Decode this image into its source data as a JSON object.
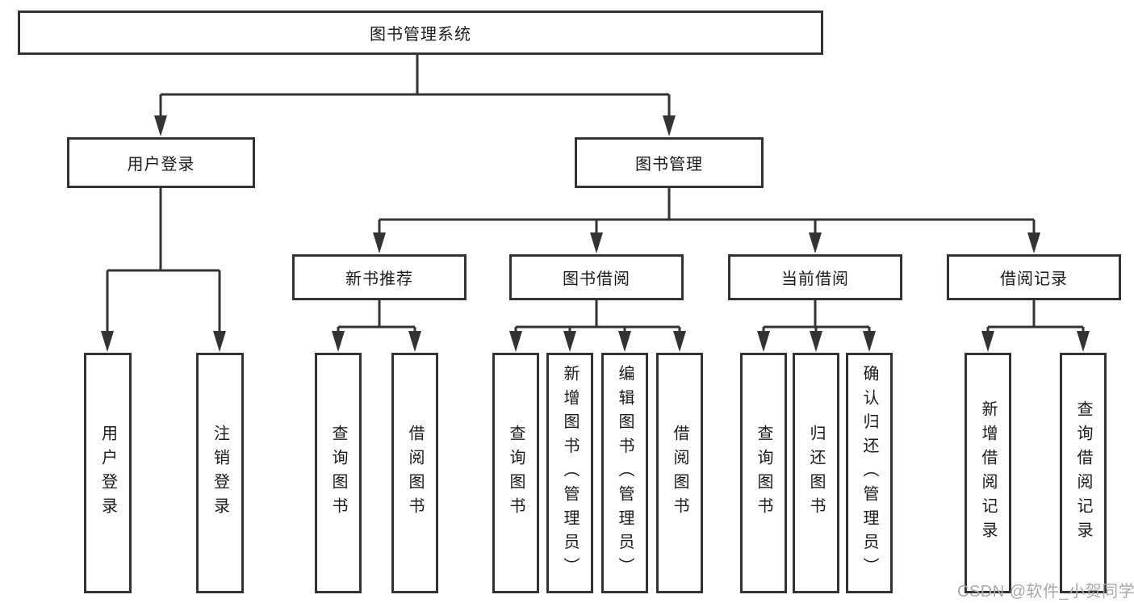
{
  "tree": {
    "label": "图书管理系统",
    "children": [
      {
        "label": "用户登录",
        "children": [
          {
            "label": "用户登录"
          },
          {
            "label": "注销登录"
          }
        ]
      },
      {
        "label": "图书管理",
        "children": [
          {
            "label": "新书推荐",
            "children": [
              {
                "label": "查询图书"
              },
              {
                "label": "借阅图书"
              }
            ]
          },
          {
            "label": "图书借阅",
            "children": [
              {
                "label": "查询图书"
              },
              {
                "label": "新增图书（管理员）"
              },
              {
                "label": "编辑图书（管理员）"
              },
              {
                "label": "借阅图书"
              }
            ]
          },
          {
            "label": "当前借阅",
            "children": [
              {
                "label": "查询图书"
              },
              {
                "label": "归还图书"
              },
              {
                "label": "确认归还（管理员）"
              }
            ]
          },
          {
            "label": "借阅记录",
            "children": [
              {
                "label": "新增借阅记录"
              },
              {
                "label": "查询借阅记录"
              }
            ]
          }
        ]
      }
    ]
  },
  "watermark": {
    "text": "CSDN @软件_小贺同学"
  },
  "colors": {
    "line": "#333333",
    "text": "#1a1a1a",
    "watermark": "#a9a9a9",
    "background": "#ffffff"
  }
}
